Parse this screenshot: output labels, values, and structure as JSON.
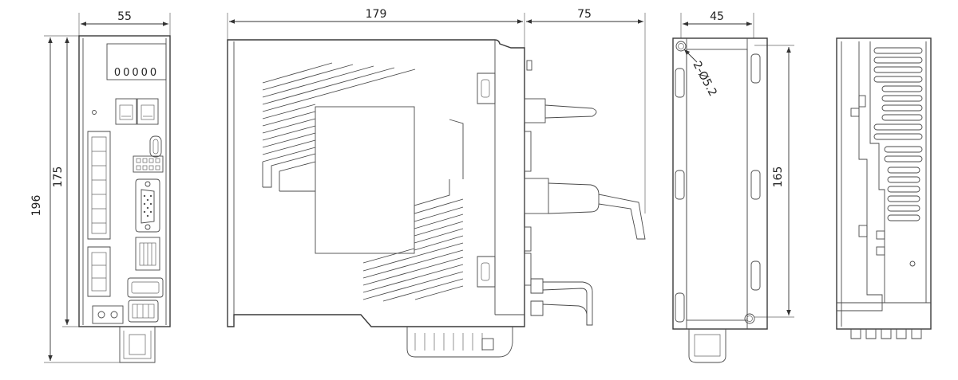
{
  "dimensions": {
    "front_width": "55",
    "front_height_overall": "196",
    "front_height_body": "175",
    "side_depth": "179",
    "cable_clearance": "75",
    "rear_width": "45",
    "mounting_hole_spacing": "165",
    "mounting_holes": "2-Ø5.2"
  },
  "display_digits": "00000"
}
